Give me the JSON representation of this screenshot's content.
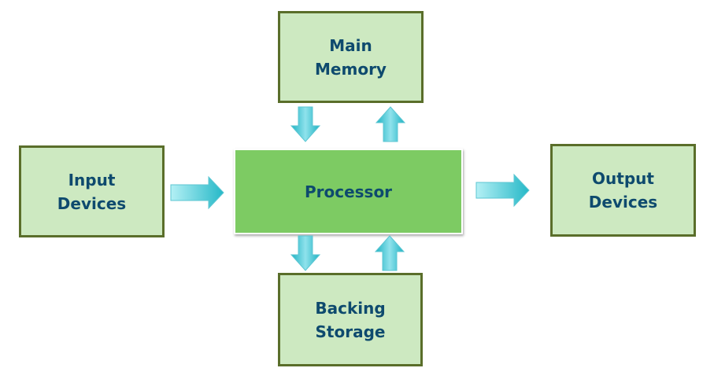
{
  "diagram": {
    "type": "block-diagram",
    "nodes": {
      "main_memory": "Main\nMemory",
      "input": "Input\nDevices",
      "processor": "Processor",
      "output": "Output\nDevices",
      "backing": "Backing\nStorage"
    },
    "edges": [
      {
        "from": "Input Devices",
        "to": "Processor"
      },
      {
        "from": "Processor",
        "to": "Output Devices"
      },
      {
        "from": "Main Memory",
        "to": "Processor"
      },
      {
        "from": "Processor",
        "to": "Main Memory"
      },
      {
        "from": "Processor",
        "to": "Backing Storage"
      },
      {
        "from": "Backing Storage",
        "to": "Processor"
      }
    ],
    "colors": {
      "box_fill": "#cde9c1",
      "box_border": "#5a6e2a",
      "processor_fill": "#7dcb63",
      "text": "#0e4a6e",
      "arrow_light": "#a8ecf2",
      "arrow_dark": "#29bcca"
    }
  }
}
